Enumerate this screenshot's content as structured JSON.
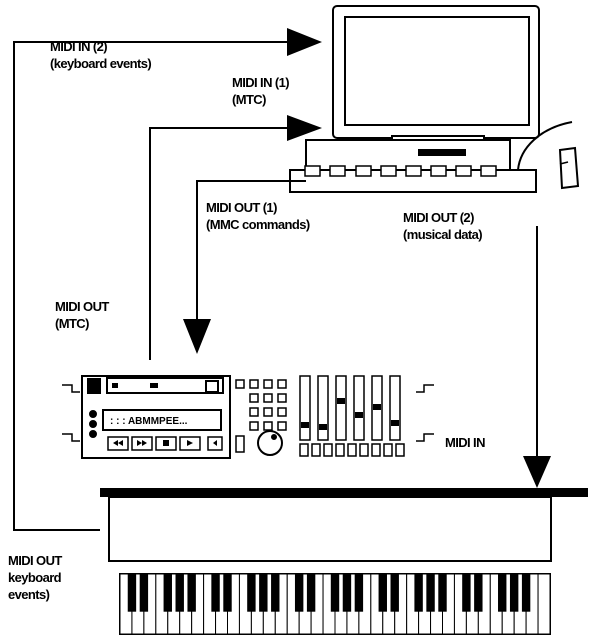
{
  "labels": {
    "midi_in_2": {
      "line1": "MIDI IN (2)",
      "line2": "(keyboard events)"
    },
    "midi_in_1": {
      "line1": "MIDI IN (1)",
      "line2": "(MTC)"
    },
    "midi_out_1": {
      "line1": "MIDI OUT (1)",
      "line2": "(MMC commands)"
    },
    "midi_out_2": {
      "line1": "MIDI OUT (2)",
      "line2": "(musical data)"
    },
    "midi_out_mtc": {
      "line1": "MIDI OUT",
      "line2": "(MTC)"
    },
    "midi_in_recorder": {
      "line1": "MIDI IN"
    },
    "midi_out_keyboard": {
      "line1": "MIDI OUT",
      "line2": "keyboard",
      "line3": "events)"
    }
  },
  "recorder_display": {
    "text": ": : : ABMMPEE..."
  },
  "colors": {
    "line": "#000000",
    "background": "#ffffff"
  }
}
